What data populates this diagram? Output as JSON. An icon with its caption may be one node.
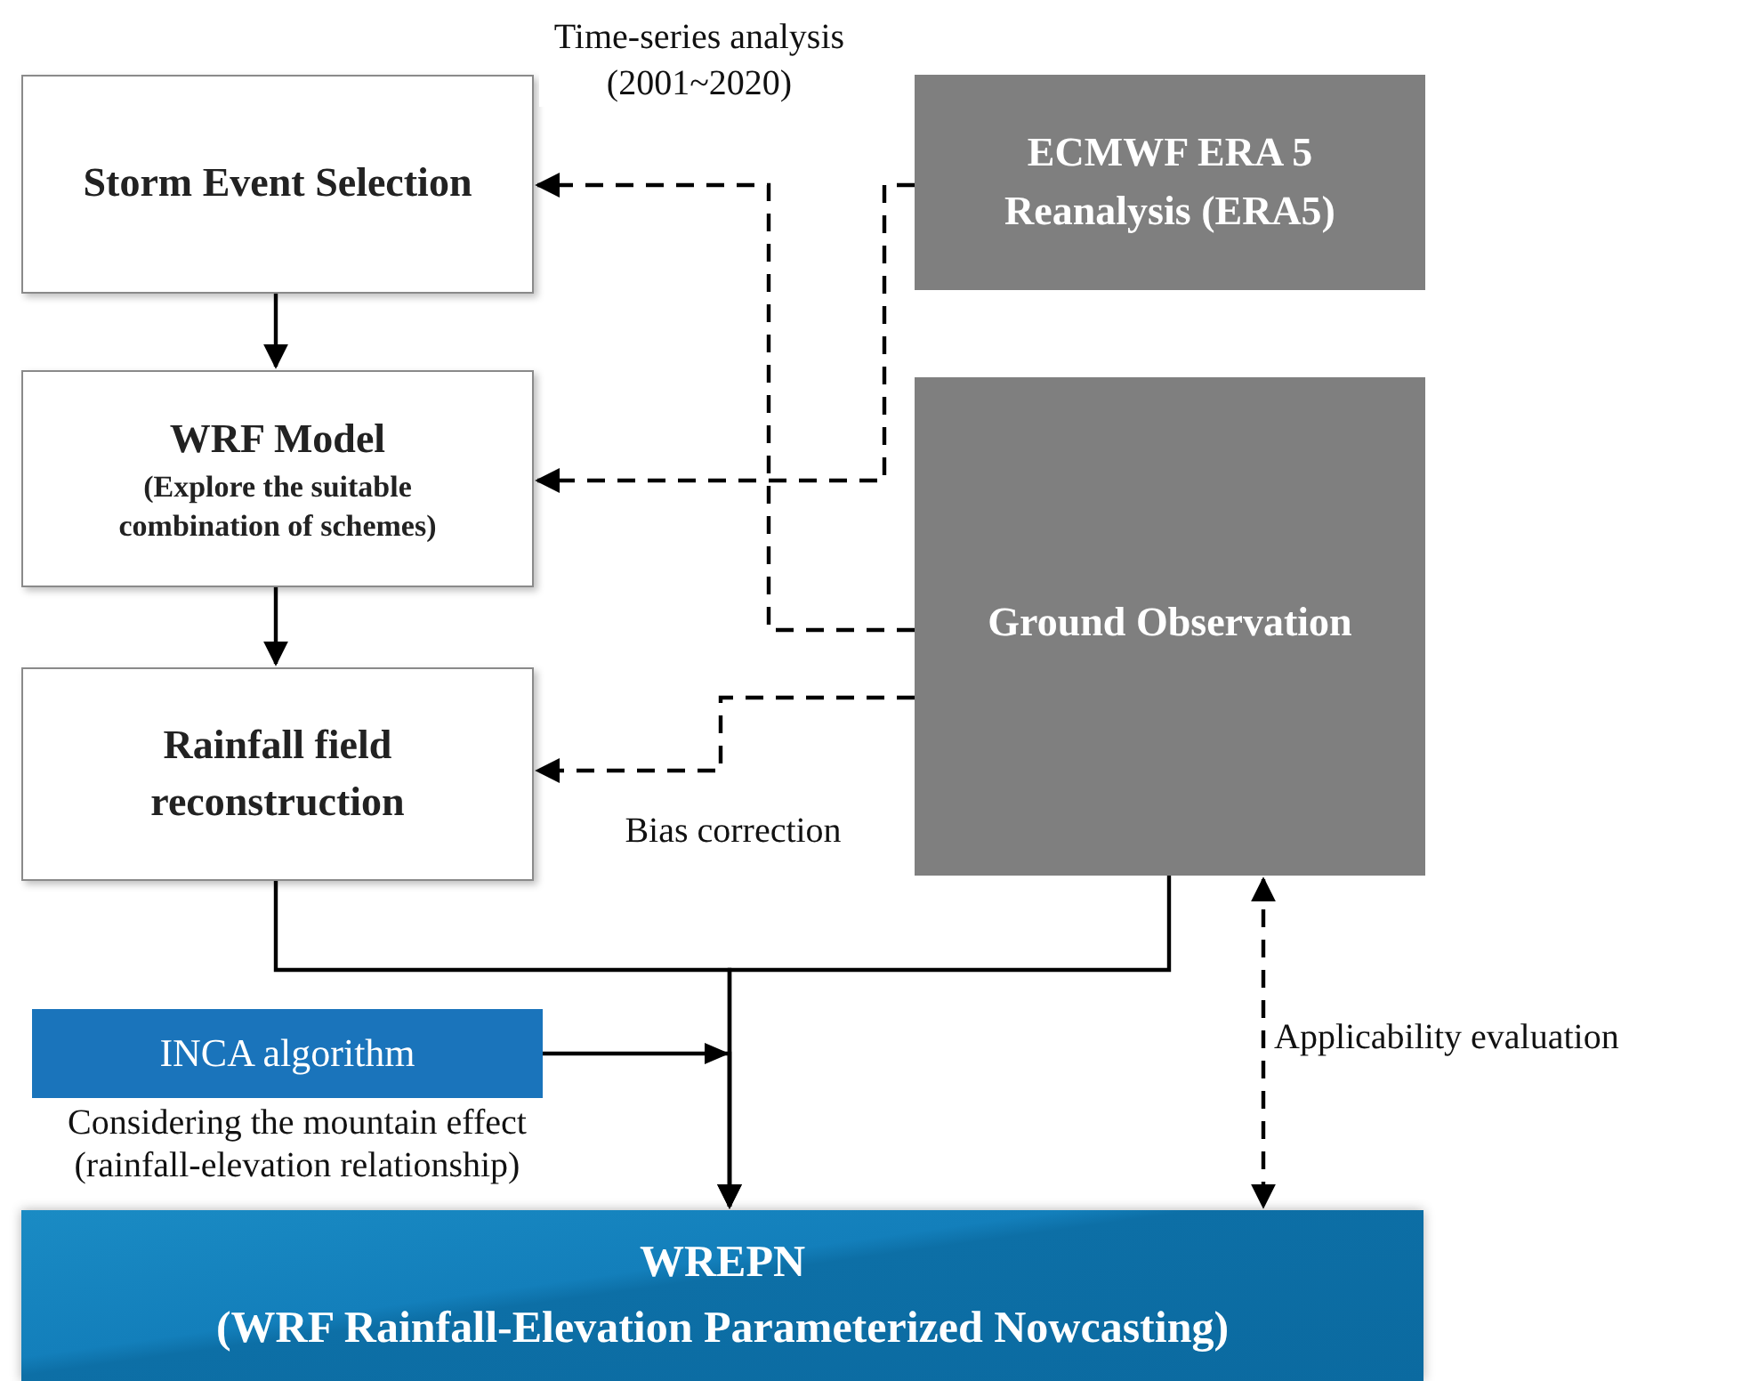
{
  "diagram": {
    "nodes": [
      {
        "text": [
          "Storm Event Selection"
        ]
      },
      {
        "text": [
          "WRF Model",
          "(Explore the suitable combination of schemes)"
        ]
      },
      {
        "text": [
          "Rainfall field reconstruction"
        ]
      },
      {
        "text": [
          "ECMWF ERA 5 Reanalysis (ERA5)"
        ]
      },
      {
        "text": [
          "Ground Observation"
        ]
      },
      {
        "text": [
          "INCA algorithm"
        ],
        "beside": [
          "Considering the mountain effect (rainfall-elevation relationship)"
        ]
      },
      {
        "text": [
          "WREPN",
          "(WRF Rainfall-Elevation Parameterized Nowcasting)"
        ]
      }
    ],
    "edges": [
      {
        "from": 0,
        "to": 1,
        "arrow": "to"
      },
      {
        "from": 1,
        "to": 2,
        "arrow": "to"
      },
      {
        "from": 3,
        "to": 1,
        "arrow": "to",
        "style": "dashed"
      },
      {
        "from": 4,
        "to": 0,
        "arrow": "to",
        "style": "dashed",
        "label": "Time-series analysis (2001~2020)"
      },
      {
        "from": 4,
        "to": 2,
        "arrow": "to",
        "style": "dashed",
        "label": "Bias correction"
      },
      {
        "from": 2,
        "to": 6,
        "arrow": "to"
      },
      {
        "from": 4,
        "to": 6,
        "arrow": "to"
      },
      {
        "from": 5,
        "to": 6,
        "arrow": "to"
      },
      {
        "from": 4,
        "to": 6,
        "arrow": "both",
        "style": "dashed",
        "label": "Applicability evaluation"
      }
    ]
  }
}
